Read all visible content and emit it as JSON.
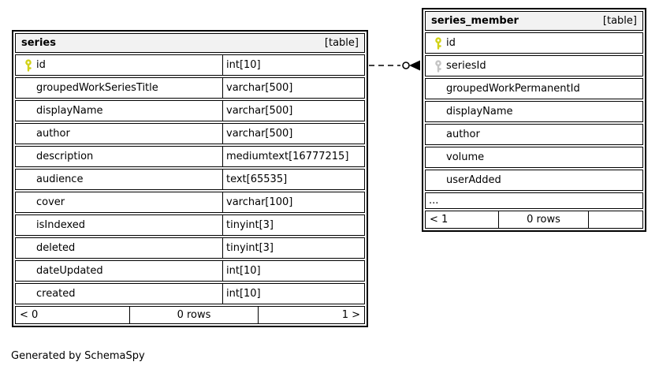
{
  "footer_note": "Generated by SchemaSpy",
  "colors": {
    "border": "#000000",
    "header_bg": "#f2f2f2",
    "primary_key_icon": "#d2d218",
    "foreign_key_icon": "#c4c4c4"
  },
  "connector": {
    "style": "dashed",
    "end_symbol": "circle-crows-foot (zero or many)",
    "from_column": "series.id",
    "to_column": "series_member.seriesId"
  },
  "tables": {
    "series": {
      "title": "series",
      "badge": "[table]",
      "columns": [
        {
          "name": "id",
          "type": "int[10]",
          "key": "primary"
        },
        {
          "name": "groupedWorkSeriesTitle",
          "type": "varchar[500]",
          "key": ""
        },
        {
          "name": "displayName",
          "type": "varchar[500]",
          "key": ""
        },
        {
          "name": "author",
          "type": "varchar[500]",
          "key": ""
        },
        {
          "name": "description",
          "type": "mediumtext[16777215]",
          "key": ""
        },
        {
          "name": "audience",
          "type": "text[65535]",
          "key": ""
        },
        {
          "name": "cover",
          "type": "varchar[100]",
          "key": ""
        },
        {
          "name": "isIndexed",
          "type": "tinyint[3]",
          "key": ""
        },
        {
          "name": "deleted",
          "type": "tinyint[3]",
          "key": ""
        },
        {
          "name": "dateUpdated",
          "type": "int[10]",
          "key": ""
        },
        {
          "name": "created",
          "type": "int[10]",
          "key": ""
        }
      ],
      "footer": {
        "left": "< 0",
        "center": "0 rows",
        "right": "1 >"
      }
    },
    "series_member": {
      "title": "series_member",
      "badge": "[table]",
      "columns": [
        {
          "name": "id",
          "key": "primary"
        },
        {
          "name": "seriesId",
          "key": "foreign"
        },
        {
          "name": "groupedWorkPermanentId",
          "key": ""
        },
        {
          "name": "displayName",
          "key": ""
        },
        {
          "name": "author",
          "key": ""
        },
        {
          "name": "volume",
          "key": ""
        },
        {
          "name": "userAdded",
          "key": ""
        }
      ],
      "ellipsis": "...",
      "footer": {
        "left": "< 1",
        "center": "0 rows",
        "right": ""
      }
    }
  }
}
